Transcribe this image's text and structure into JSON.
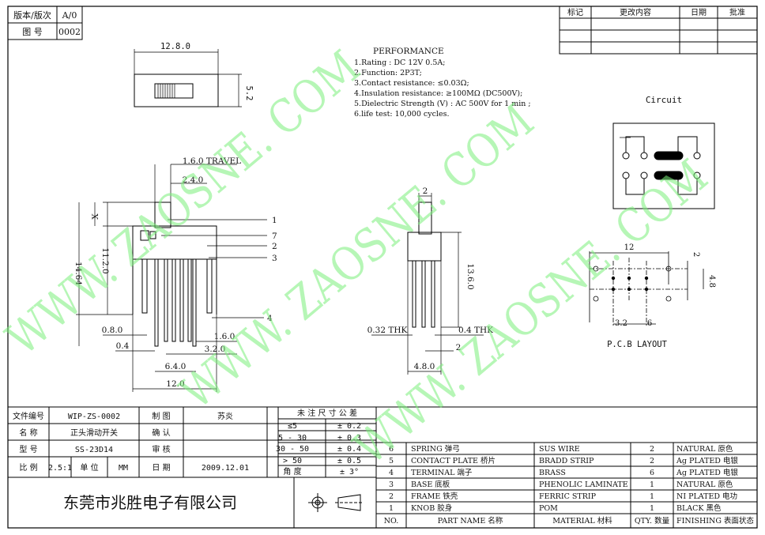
{
  "version_box": {
    "version_label": "版本/版次",
    "version_value": "A/0",
    "drawing_no_label": "图 号",
    "drawing_no_value": "0002"
  },
  "revision_table": {
    "headers": [
      "标记",
      "更改内容",
      "日期",
      "批准"
    ]
  },
  "performance": {
    "title": "PERFORMANCE",
    "items": [
      "1.Rating : DC 12V 0.5A;",
      "2.Function: 2P3T;",
      "3.Contact resistance: ≤0.03Ω;",
      "4.Insulation resistance: ≥100MΩ (DC500V);",
      "5.Dielectric Strength (V) : AC 500V for 1 min ;",
      "6.life test: 10,000 cycles."
    ]
  },
  "circuit_title": "Circuit",
  "pcb_title": "P.C.B LAYOUT",
  "watermark": "WWW. ZAOSNE. COM",
  "dimensions": {
    "top_width": "12.8.0",
    "top_height": "5.2",
    "travel": "1.6.0 TRAVEL",
    "d24": "2.4.0",
    "x": "X",
    "h1464": "14.64",
    "h112": "11.2.0",
    "d08": "0.8.0",
    "d04": "0.4",
    "d16": "1.6.0",
    "d32": "3.2.0",
    "d64": "6.4.0",
    "d120": "12.0",
    "side_top": "2",
    "side_h": "13.6.0",
    "thk1": "0.32 THK",
    "thk2": "0.4 THK",
    "side_2": "2",
    "side_w": "4.8.0",
    "pcb_12": "12",
    "pcb_2": "2",
    "pcb_48": "4.8",
    "pcb_32": "3.2",
    "pcb_6": "6"
  },
  "callouts": [
    "1",
    "7",
    "2",
    "3",
    "4"
  ],
  "title_block": {
    "file_no_label": "文件编号",
    "file_no_value": "WIP-ZS-0002",
    "drawn_label": "制 图",
    "drawn_value": "苏炎",
    "name_label": "名 称",
    "name_value": "正头滑动开关",
    "confirm_label": "确 认",
    "model_label": "型 号",
    "model_value": "SS-23D14",
    "review_label": "审 核",
    "scale_label": "比 例",
    "scale_value": "2.5:1",
    "unit_label": "单 位",
    "unit_value": "MM",
    "date_label": "日 期",
    "date_value": "2009.12.01",
    "company": "东莞市兆胜电子有限公司"
  },
  "tolerance": {
    "header": "未 注 尺 寸 公 差",
    "rows": [
      {
        "range": "≤5",
        "tol": "± 0.2"
      },
      {
        "range": "5 - 30",
        "tol": "± 0.3"
      },
      {
        "range": "30 - 50",
        "tol": "± 0.4"
      },
      {
        "range": "> 50",
        "tol": "± 0.5"
      },
      {
        "range": "角  度",
        "tol": "± 3°"
      }
    ]
  },
  "bom": {
    "headers": [
      "NO.",
      "PART  NAME 名称",
      "MATERIAL 材料",
      "QTY. 数量",
      "FINISHING 表面状态"
    ],
    "rows": [
      {
        "no": "6",
        "part": "SPRING  弹弓",
        "material": "SUS WIRE",
        "qty": "2",
        "finish": "NATURAL 原色"
      },
      {
        "no": "5",
        "part": "CONTACT PLATE  桥片",
        "material": "BRADD STRIP",
        "qty": "2",
        "finish": "Ag PLATED  电银"
      },
      {
        "no": "4",
        "part": "TERMINAL  端子",
        "material": "BRASS",
        "qty": "6",
        "finish": "Ag PLATED  电银"
      },
      {
        "no": "3",
        "part": "BASE  底板",
        "material": "PHENOLIC LAMINATE",
        "qty": "1",
        "finish": "NATURAL 原色"
      },
      {
        "no": "2",
        "part": "FRAME  铁壳",
        "material": "FERRIC STRIP",
        "qty": "1",
        "finish": "NI PLATED  电功"
      },
      {
        "no": "1",
        "part": "KNOB  胶身",
        "material": "POM",
        "qty": "1",
        "finish": "BLACK 黑色"
      }
    ]
  }
}
